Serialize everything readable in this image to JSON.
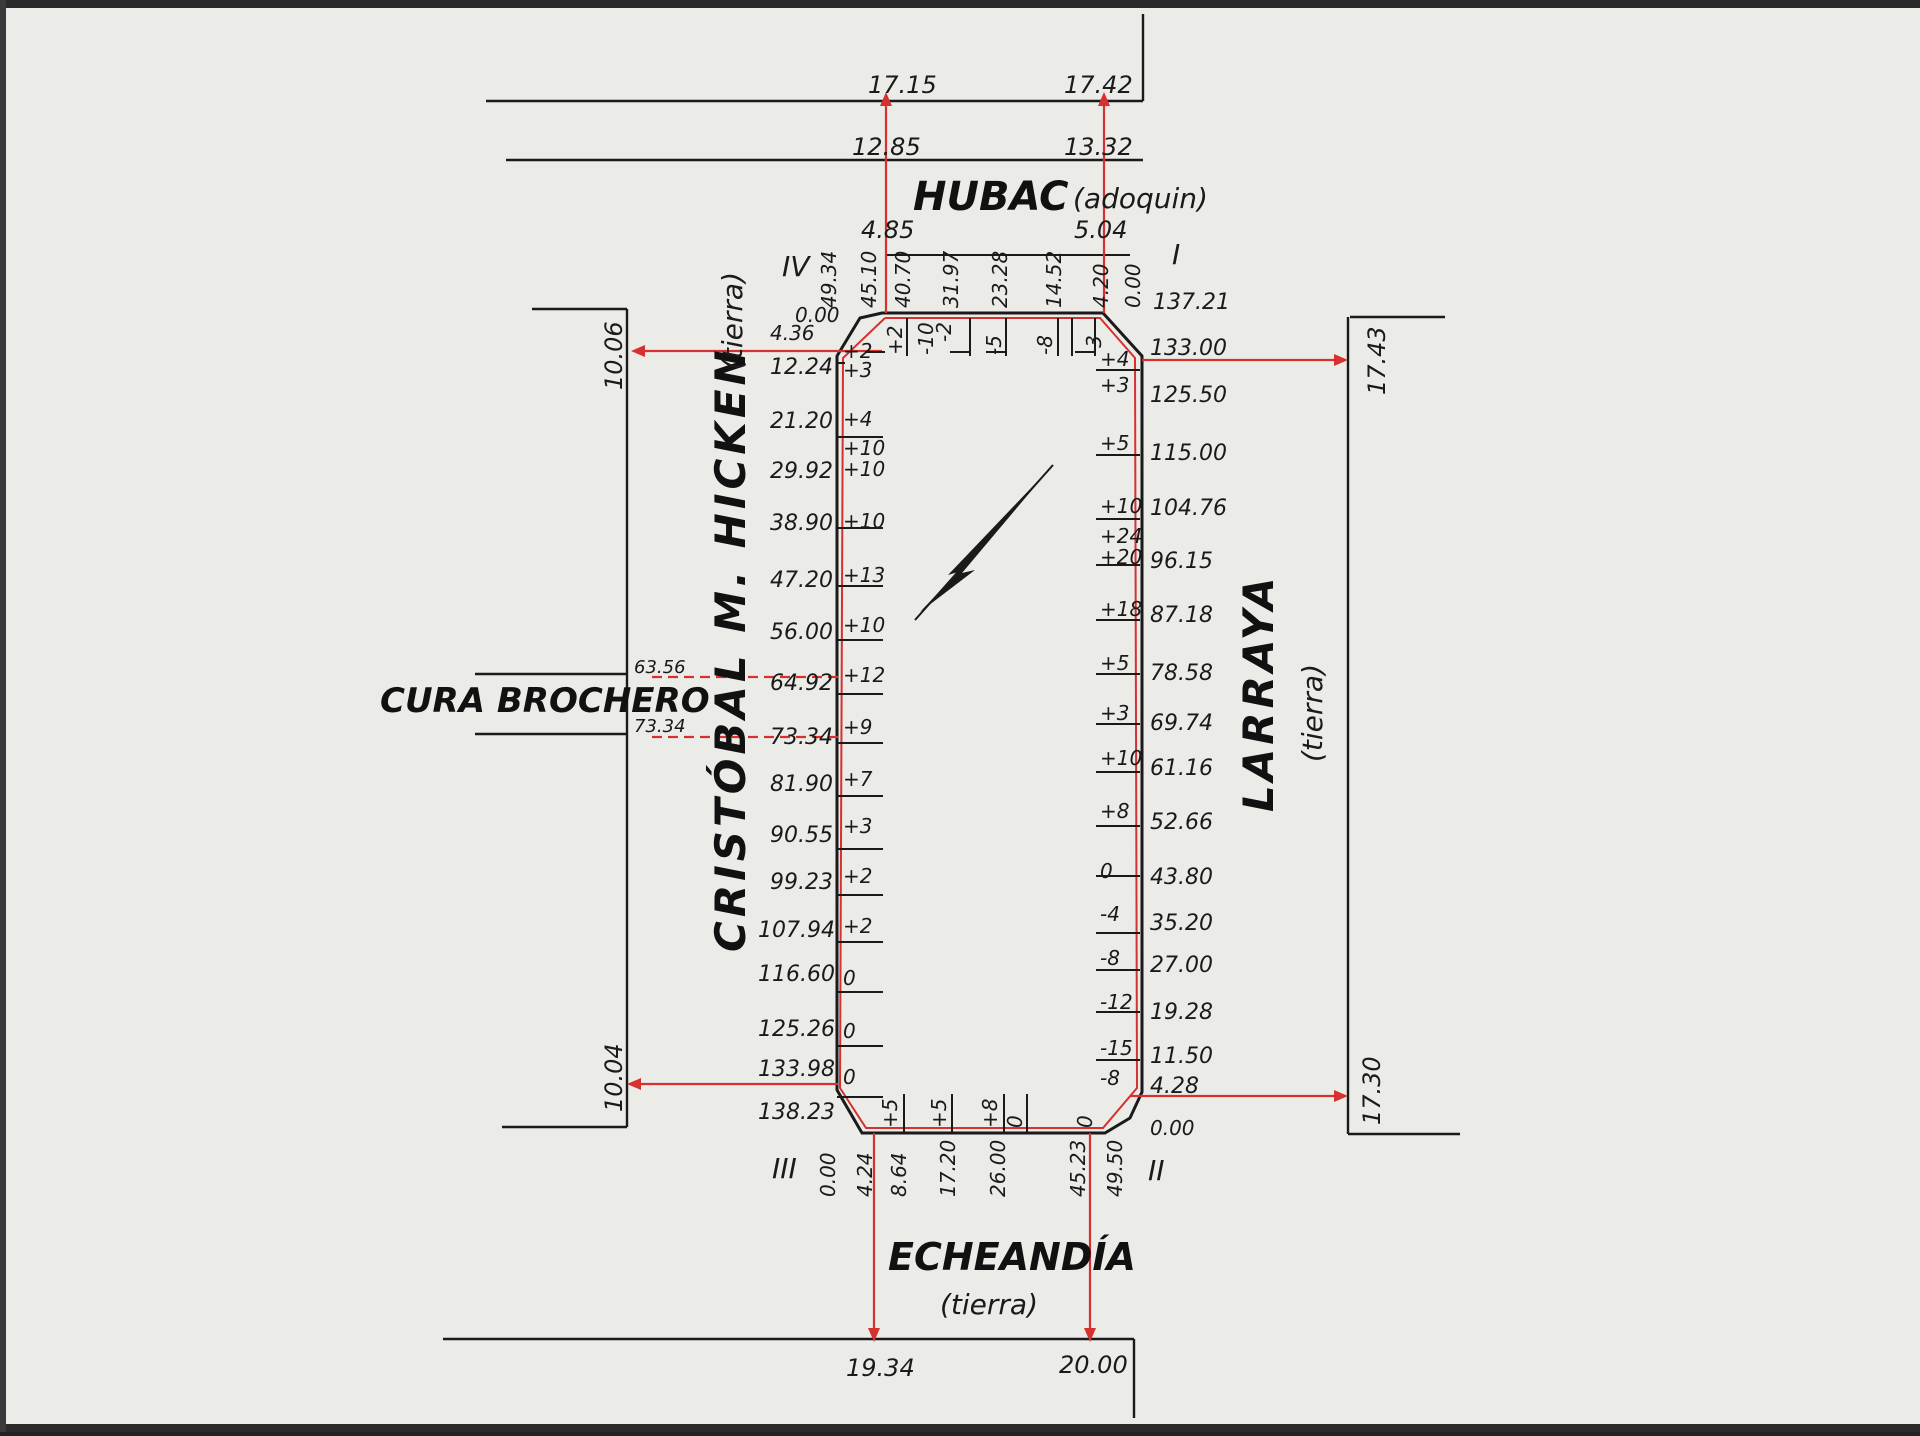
{
  "colors": {
    "paper": "#ebebe7",
    "ink": "#1a1a1a",
    "red_line": "#d6302f"
  },
  "streets": {
    "north": {
      "name": "HUBAC",
      "surface": "(adoquin)"
    },
    "south": {
      "name": "ECHEANDÍA",
      "surface": "(tierra)"
    },
    "west": {
      "name": "CRISTÓBAL M. HICKEN",
      "surface": "(tierra)"
    },
    "east": {
      "name": "LARRAYA",
      "surface": "(tierra)"
    },
    "cross_west": {
      "name": "CURA BROCHERO"
    }
  },
  "corners": {
    "NE": "I",
    "SE": "II",
    "SW": "III",
    "NW": "IV"
  },
  "north_side": {
    "outer_widths": [
      "17.15",
      "17.42"
    ],
    "mid_widths": [
      "12.85",
      "13.32"
    ],
    "sidewalk_widths": [
      "4.85",
      "5.04"
    ],
    "chainages": [
      "49.34",
      "45.10",
      "40.70",
      "31.97",
      "23.28",
      "14.52",
      "4.20",
      "0.00"
    ],
    "heights": [
      "+2",
      "-10",
      "-2",
      "-5",
      "-8",
      "-3"
    ]
  },
  "south_side": {
    "outer_widths": [
      "19.34",
      "20.00"
    ],
    "chainages": [
      "0.00",
      "4.24",
      "8.64",
      "17.20",
      "26.00",
      "45.23",
      "49.50"
    ],
    "heights": [
      "+5",
      "+5",
      "+8",
      "0",
      "0"
    ]
  },
  "west_side": {
    "street_width_top": "10.06",
    "street_width_bottom": "10.04",
    "chainages": [
      "0.00",
      "4.36",
      "12.24",
      "21.20",
      "29.92",
      "38.90",
      "47.20",
      "56.00",
      "64.92",
      "73.34",
      "81.90",
      "90.55",
      "99.23",
      "107.94",
      "116.60",
      "125.26",
      "133.98",
      "138.23"
    ],
    "heights": [
      "+2",
      "+3",
      "+4",
      "+10",
      "+10",
      "+10",
      "+13",
      "+10",
      "+12",
      "+9",
      "+7",
      "+3",
      "+2",
      "+2",
      "0",
      "0",
      "0"
    ],
    "cross_street_marks": [
      "63.56",
      "73.34"
    ]
  },
  "east_side": {
    "street_width_top": "17.43",
    "street_width_bottom": "17.30",
    "chainages": [
      "137.21",
      "133.00",
      "125.50",
      "115.00",
      "104.76",
      "96.15",
      "87.18",
      "78.58",
      "69.74",
      "61.16",
      "52.66",
      "43.80",
      "35.20",
      "27.00",
      "19.28",
      "11.50",
      "4.28",
      "0.00"
    ],
    "heights": [
      "+4",
      "+3",
      "+5",
      "+10",
      "+24",
      "+20",
      "+18",
      "+5",
      "+3",
      "+10",
      "+8",
      "0",
      "-4",
      "-8",
      "-12",
      "-15",
      "-8"
    ]
  }
}
